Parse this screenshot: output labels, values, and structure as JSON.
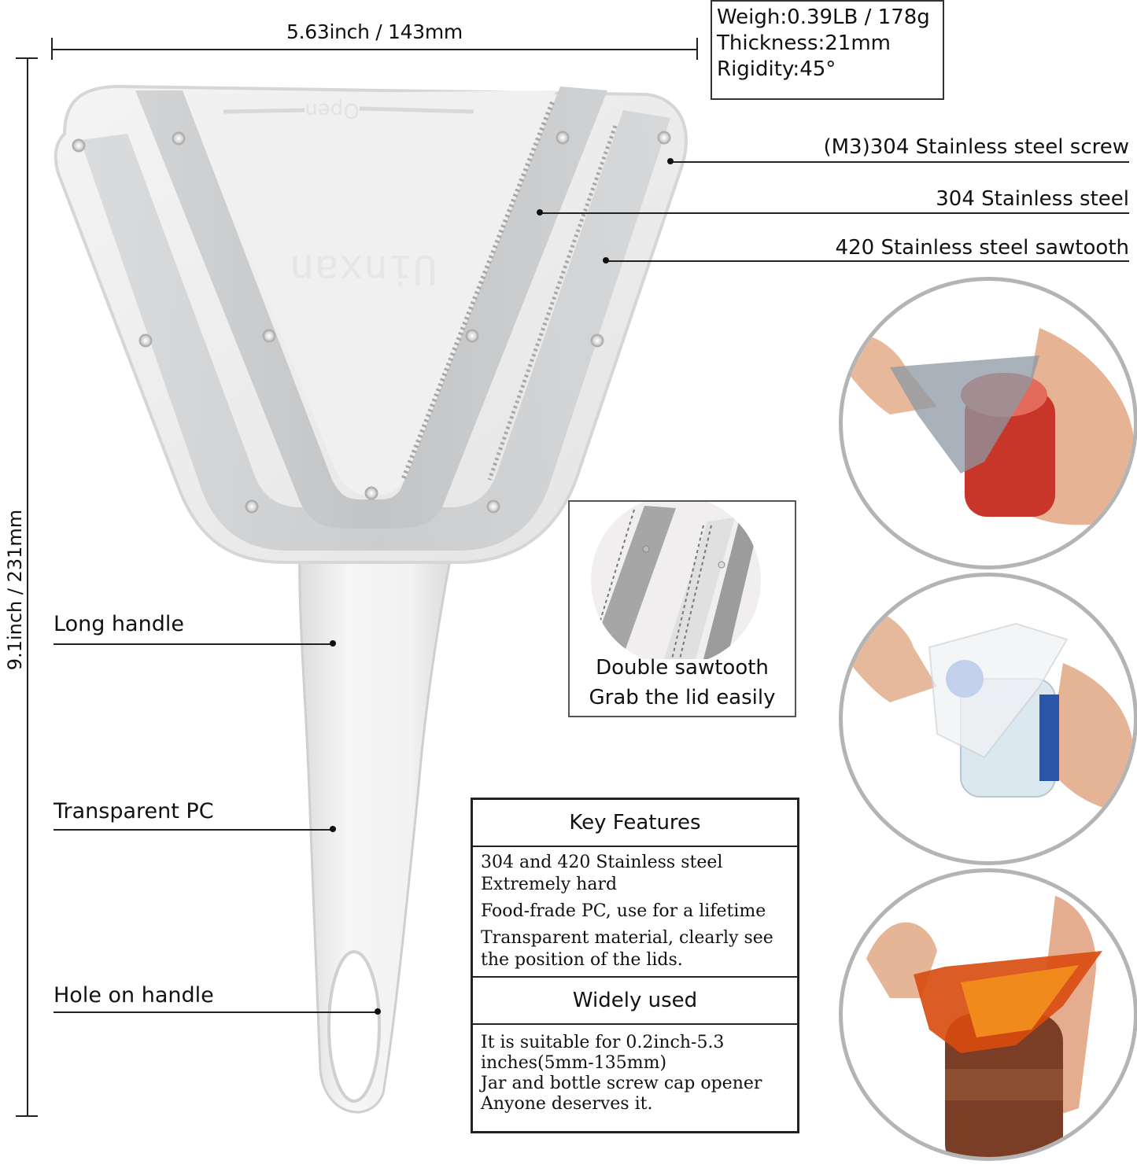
{
  "dimensions": {
    "width_label": "5.63inch / 143mm",
    "height_label": "9.1inch / 231mm"
  },
  "specs": {
    "weight": "Weigh:0.39LB / 178g",
    "thickness": "Thickness:21mm",
    "rigidity": "Rigidity:45°"
  },
  "callouts": [
    {
      "label": "(M3)304 Stainless steel screw"
    },
    {
      "label": "304 Stainless steel"
    },
    {
      "label": "420 Stainless steel sawtooth"
    }
  ],
  "handle_labels": [
    {
      "label": "Long handle"
    },
    {
      "label": "Transparent PC"
    },
    {
      "label": "Hole on handle"
    }
  ],
  "product": {
    "embossed_top": "Open",
    "embossed_brand": "Uinxan"
  },
  "inset": {
    "line1": "Double sawtooth",
    "line2": "Grab the lid easily"
  },
  "key_features": {
    "title": "Key Features",
    "items": [
      "304 and 420 Stainless steel",
      "Extremely hard",
      "Food-frade PC, use for a lifetime",
      "Transparent material, clearly see",
      "the position of the lids."
    ]
  },
  "widely_used": {
    "title": "Widely used",
    "items": [
      "It is suitable for 0.2inch-5.3",
      "inches(5mm-135mm)",
      "Jar and bottle screw cap opener",
      "Anyone deserves it."
    ]
  },
  "usage_photos": [
    {
      "name": "grey-opener-on-red-jar",
      "opener_color": "#8a96a2",
      "jar_color": "#d23a2a"
    },
    {
      "name": "clear-opener-on-clear-bottle",
      "opener_color": "#e6e8ea",
      "jar_color": "#cfe0ea"
    },
    {
      "name": "orange-opener-on-amber-jar",
      "opener_color": "#d44a10",
      "jar_color": "#7a3a22"
    }
  ],
  "colors": {
    "line": "#222222",
    "circle_border": "#b4b4b4",
    "steel": "#c9cbcd",
    "plastic": "#eeeeee"
  }
}
